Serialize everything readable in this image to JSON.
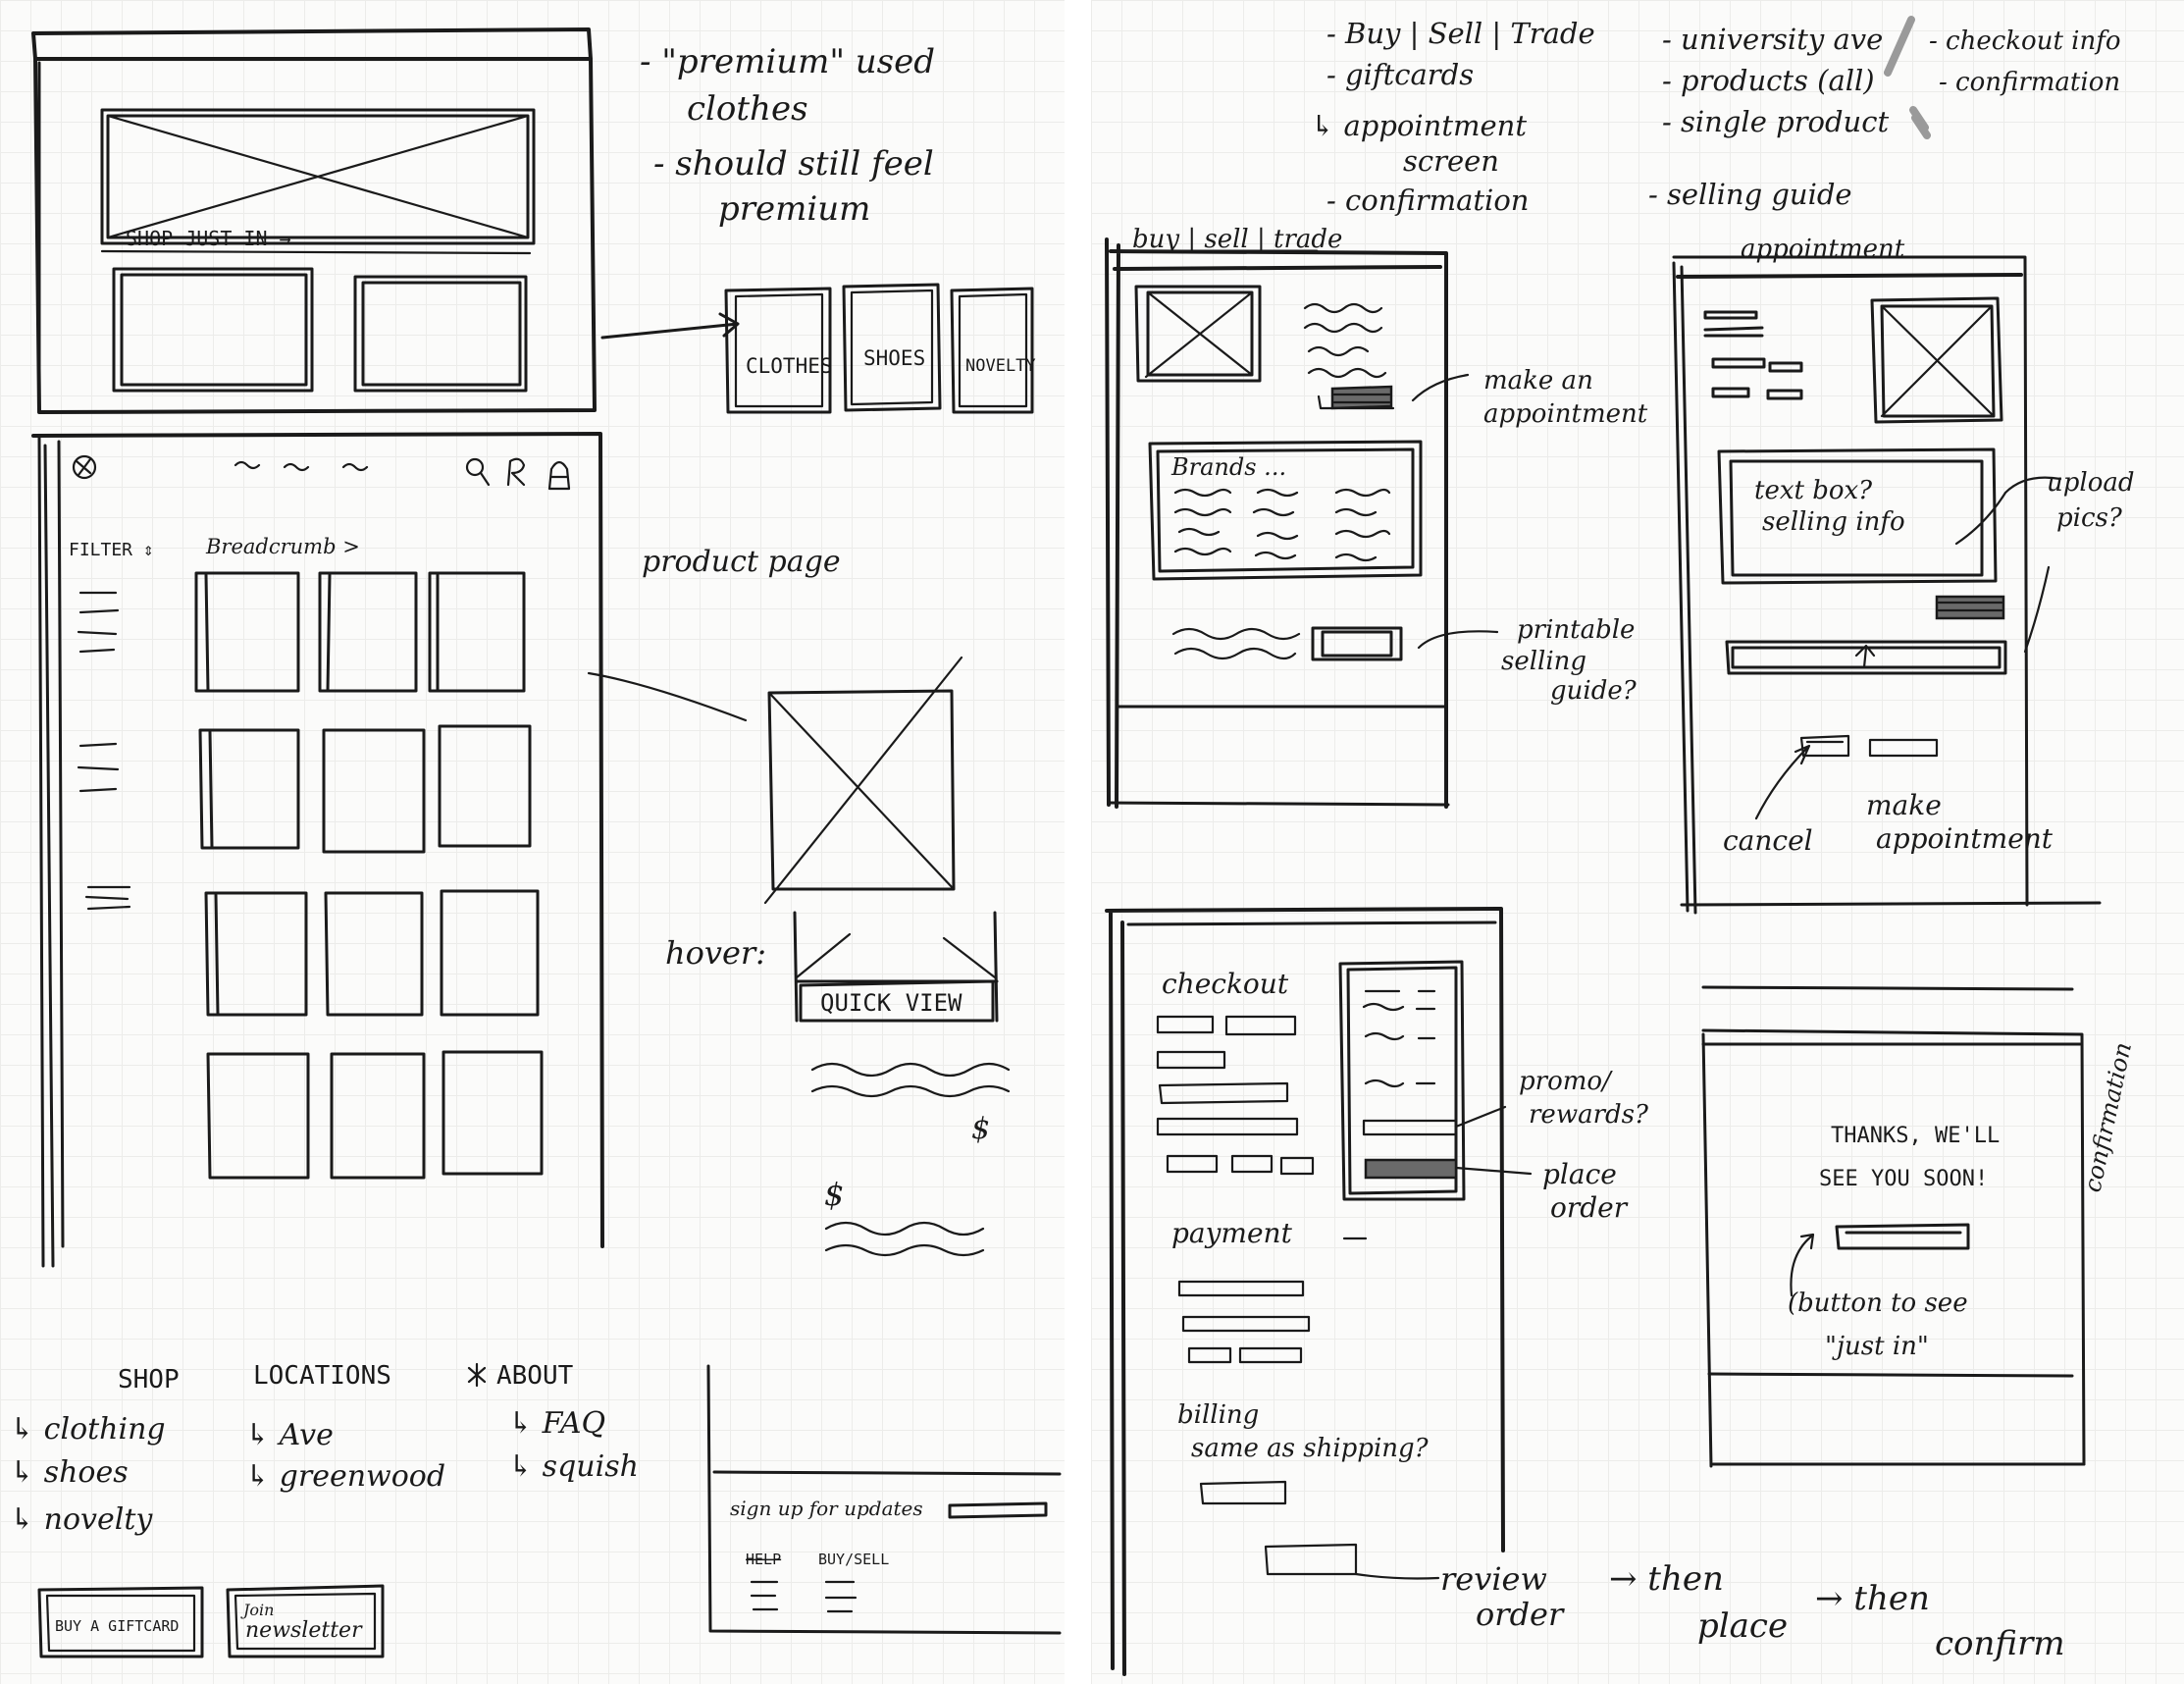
{
  "notes": {
    "premium_line1": "- \"premium\" used",
    "premium_line2": "clothes",
    "premium_line3": "- should still feel",
    "premium_line4": "premium",
    "shop_just_in": "SHOP JUST IN →",
    "product_page": "product page",
    "breadcrumb": "Breadcrumb >",
    "filter": "FILTER ⇕",
    "quick_view": "QUICK VIEW",
    "hover": "hover:",
    "dollar1": "$",
    "dollar2": "$",
    "cat_clothes": "CLOTHES",
    "cat_shoes": "SHOES",
    "cat_novelty": "NOVELTY"
  },
  "footer": {
    "col1_head": "SHOP",
    "col1_items": [
      "↳ clothing",
      "↳ shoes",
      "↳ novelty"
    ],
    "col2_head": "LOCATIONS",
    "col2_items": [
      "↳ Ave",
      "↳ greenwood"
    ],
    "col3_head": "ABOUT",
    "col3_items": [
      "↳ FAQ",
      "↳ squish"
    ],
    "btn_giftcard": "BUY A GIFTCARD",
    "btn_newsletter_1": "Join",
    "btn_newsletter_2": "newsletter",
    "signup": "sign up for updates",
    "mini_col1": "HELP",
    "mini_col2": "BUY/SELL"
  },
  "plan": {
    "col1": [
      "- Buy | Sell | Trade",
      "- giftcards",
      "↳ appointment",
      "screen",
      "- confirmation"
    ],
    "col2": [
      "- university ave",
      "- products (all)",
      "- single product",
      "- selling guide"
    ],
    "col3": [
      "- checkout info",
      "- confirmation"
    ]
  },
  "bst": {
    "title": "buy | sell | trade",
    "brands": "Brands ...",
    "ann_appointment_1": "make an",
    "ann_appointment_2": "appointment",
    "ann_guide_1": "printable",
    "ann_guide_2": "selling",
    "ann_guide_3": "guide?"
  },
  "appointment": {
    "title": "appointment",
    "textbox_1": "text box?",
    "textbox_2": "selling info",
    "upload_1": "upload",
    "upload_2": "pics?",
    "cancel": "cancel",
    "make_1": "make",
    "make_2": "appointment"
  },
  "checkout": {
    "title": "checkout",
    "payment": "payment",
    "billing_1": "billing",
    "billing_2": "same as shipping?",
    "promo_1": "promo/",
    "promo_2": "rewards?",
    "place_1": "place",
    "place_2": "order",
    "review_1": "review",
    "review_2": "order",
    "then1_1": "→ then",
    "then1_2": "place",
    "then2_1": "→ then",
    "then2_2": "confirm"
  },
  "confirmation": {
    "msg_1": "THANKS, WE'LL",
    "msg_2": "SEE YOU SOON!",
    "side_label": "confirmation",
    "note_1": "(button to see",
    "note_2": "\"just in\""
  }
}
